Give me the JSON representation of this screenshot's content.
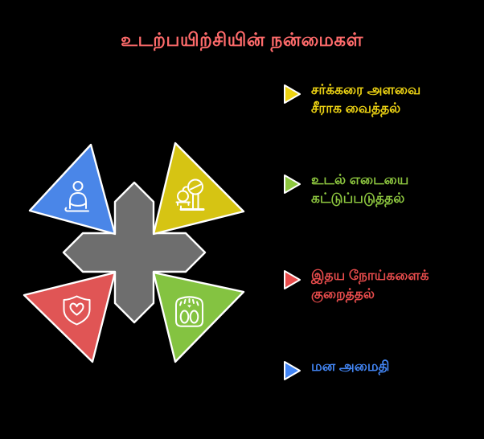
{
  "title": "உடற்பயிற்சியின் நன்மைகள்",
  "colors": {
    "background": "#000000",
    "title": "#ff6b6b",
    "center_shape": "#6e6e6e",
    "shape_outline": "#ffffff",
    "triangle_blue": "#4a86e8",
    "triangle_yellow": "#d6c413",
    "triangle_red": "#e05555",
    "triangle_green": "#84c341"
  },
  "diagram": {
    "center_shape": "pointed-cross",
    "triangles": [
      {
        "position": "top-left",
        "color": "#4a86e8",
        "icon": "meditation-icon"
      },
      {
        "position": "top-right",
        "color": "#d6c413",
        "icon": "food-scale-icon"
      },
      {
        "position": "bottom-left",
        "color": "#e05555",
        "icon": "shield-heart-icon"
      },
      {
        "position": "bottom-right",
        "color": "#84c341",
        "icon": "weight-scale-icon"
      }
    ]
  },
  "legend": {
    "items": [
      {
        "line1": "சர்க்கரை அளவை",
        "line2": "சீராக வைத்தல்",
        "color": "#ecd213",
        "marker": "triangle-right"
      },
      {
        "line1": "உடல் எடையை",
        "line2": "கட்டுப்படுத்தல்",
        "color": "#8dc63f",
        "marker": "triangle-right"
      },
      {
        "line1": "இதய நோய்களைக்",
        "line2": "குறைத்தல்",
        "color": "#e84c4c",
        "marker": "triangle-right"
      },
      {
        "line1": "மன அமைதி",
        "line2": "",
        "color": "#4285f4",
        "marker": "triangle-right"
      }
    ]
  }
}
